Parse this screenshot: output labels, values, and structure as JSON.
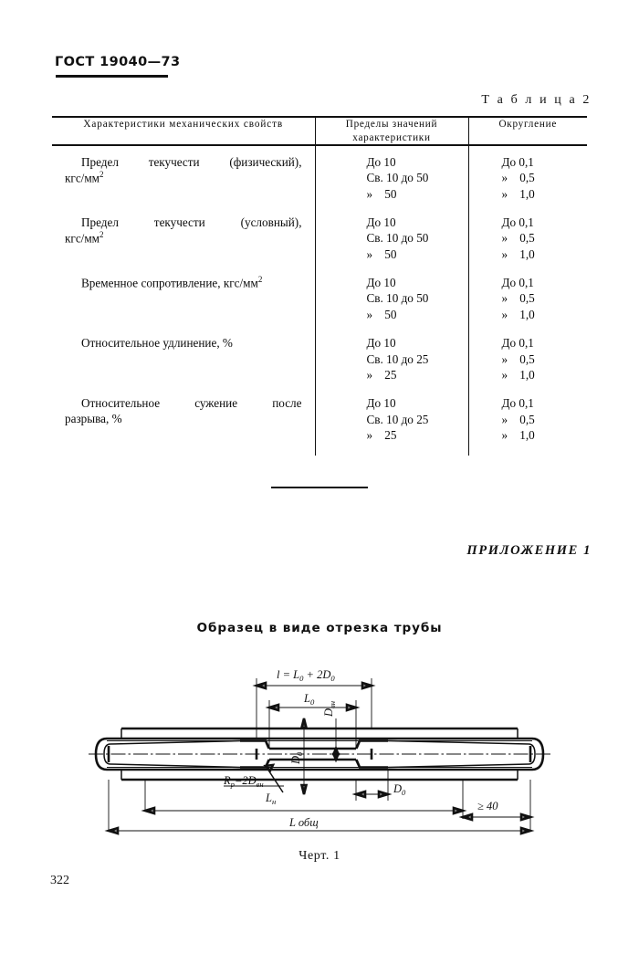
{
  "header": {
    "standard_number": "ГОСТ 19040—73",
    "table_caption": "Т а б л и ц а 2"
  },
  "table": {
    "columns": [
      "Характеристики механических свойств",
      "Пределы значений характеристики",
      "Округление"
    ],
    "column_headers_split": {
      "col2_line1": "Пределы значений",
      "col2_line2": "характеристики"
    },
    "rows": [
      {
        "name_line1": "Предел    текучести    (физический),",
        "name_line2": "кгс/мм",
        "name_unit_sup": "2",
        "limits": [
          "До 10",
          "Св. 10 до 50",
          "»    50"
        ],
        "rounding": [
          "До 0,1",
          "»    0,5",
          "»    1,0"
        ]
      },
      {
        "name_line1": "Предел    текучести    (условный),",
        "name_line2": "кгс/мм",
        "name_unit_sup": "2",
        "limits": [
          "До 10",
          "Св. 10 до 50",
          "»    50"
        ],
        "rounding": [
          "До 0,1",
          "»    0,5",
          "»    1,0"
        ]
      },
      {
        "name_line1": "Временное сопротивление, кгс/мм",
        "name_line2": "",
        "name_unit_sup": "2",
        "limits": [
          "До 10",
          "Св. 10 до 50",
          "»    50"
        ],
        "rounding": [
          "До 0,1",
          "»    0,5",
          "»    1,0"
        ]
      },
      {
        "name_line1": "Относительное удлинение, %",
        "name_line2": "",
        "name_unit_sup": "",
        "limits": [
          "До 10",
          "Св. 10 до 25",
          "»    25"
        ],
        "rounding": [
          "До 0,1",
          "»    0,5",
          "»    1,0"
        ]
      },
      {
        "name_line1": "Относительное    сужение    после",
        "name_line2": "разрыва, %",
        "name_unit_sup": "",
        "limits": [
          "До 10",
          "Св. 10 до 25",
          "»    25"
        ],
        "rounding": [
          "До 0,1",
          "»    0,5",
          "»    1,0"
        ]
      }
    ]
  },
  "appendix": {
    "label": "ПРИЛОЖЕНИЕ 1"
  },
  "figure": {
    "title": "Образец в виде отрезка трубы",
    "caption": "Черт. 1",
    "dimensions": {
      "total_top": "l = L",
      "total_top_sub": "0",
      "total_top_rest": " + 2D",
      "total_top_sub2": "0",
      "gauge_length": "L",
      "gauge_length_sub": "0",
      "inner_diameter": "D",
      "inner_diameter_sub": "вн",
      "outer_diameter": "D",
      "outer_diameter_sub": "0",
      "outer_diameter_right": "D",
      "outer_diameter_right_sub": "0",
      "radius": "R",
      "radius_sub": "р",
      "radius_rest": "=2D",
      "radius_rest_sub": "вн",
      "grip_length": "L",
      "grip_length_sub": "н",
      "end_min": "≥ 40",
      "overall": "L общ"
    }
  },
  "footer": {
    "page_number": "322"
  },
  "colors": {
    "ink": "#111111",
    "paper": "#ffffff"
  }
}
